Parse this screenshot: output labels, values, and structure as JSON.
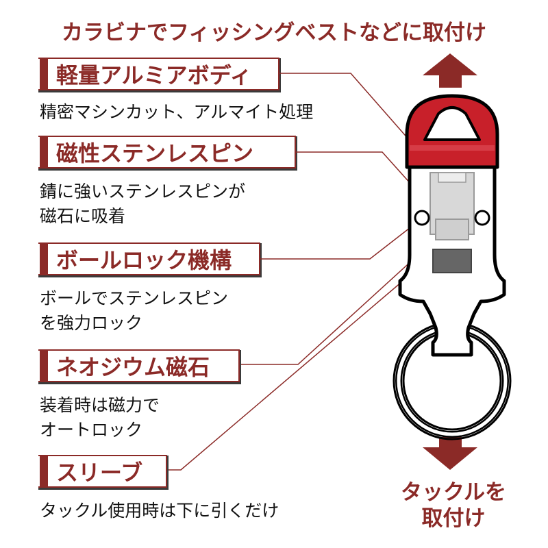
{
  "headline": "カラビナでフィッシングベストなどに取付け",
  "features": [
    {
      "title": "軽量アルミアボディ",
      "desc": [
        "精密マシンカット、アルマイト処理"
      ]
    },
    {
      "title": "磁性ステンレスピン",
      "desc": [
        "錆に強いステンレスピンが",
        "磁石に吸着"
      ]
    },
    {
      "title": "ボールロック機構",
      "desc": [
        "ボールでステンレスピン",
        "を強力ロック"
      ]
    },
    {
      "title": "ネオジウム磁石",
      "desc": [
        "装着時は磁力で",
        "オートロック"
      ]
    },
    {
      "title": "スリーブ",
      "desc": [
        "タックル使用時は下に引くだけ"
      ]
    }
  ],
  "bottom_label": [
    "タックルを",
    "取付け"
  ],
  "colors": {
    "accent": "#8b2a27",
    "body_red": "#c8202a",
    "pin": "#d8d8d8",
    "magnet": "#666666"
  },
  "icons": [
    "up-arrow-icon",
    "down-arrow-icon"
  ]
}
